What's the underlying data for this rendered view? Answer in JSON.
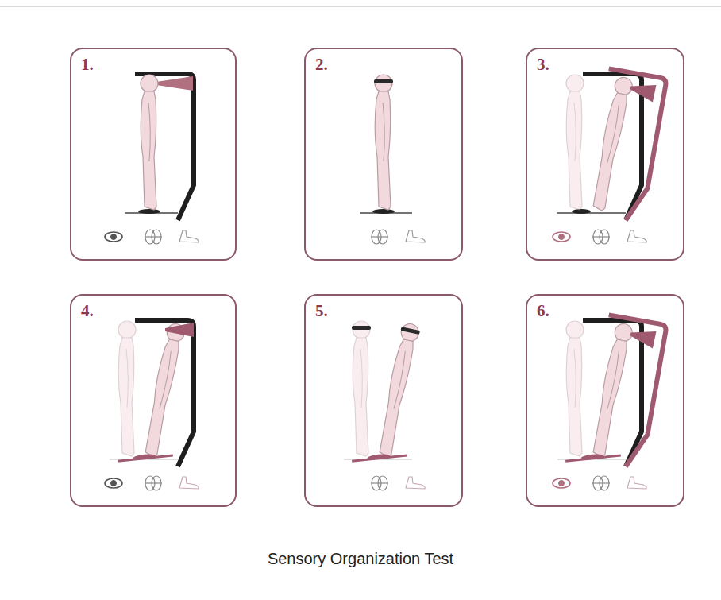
{
  "diagram": {
    "caption": "Sensory Organization Test",
    "nodes": [
      {
        "text": [
          "1."
        ]
      },
      {
        "text": [
          "2."
        ]
      },
      {
        "text": [
          "3."
        ]
      },
      {
        "text": [
          "4."
        ]
      },
      {
        "text": [
          "5."
        ]
      },
      {
        "text": [
          "6."
        ]
      }
    ]
  }
}
